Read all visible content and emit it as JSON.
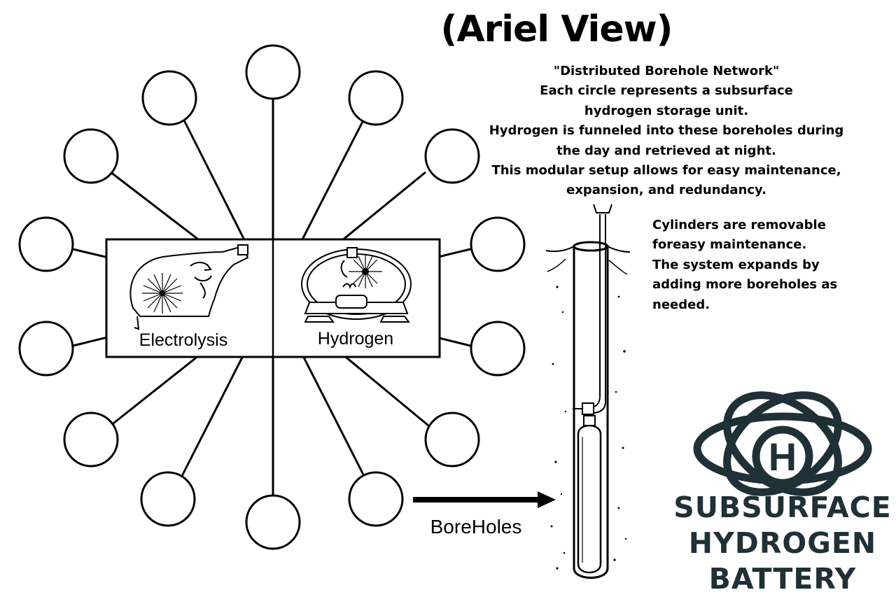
{
  "header": {
    "title": "(Ariel View)"
  },
  "description": {
    "lines": [
      "\"Distributed Borehole Network\"",
      "Each circle represents a subsurface",
      "hydrogen storage unit.",
      "Hydrogen is funneled into these boreholes during",
      "the day and retrieved at night.",
      "This modular setup allows for easy maintenance,",
      "expansion, and redundancy."
    ]
  },
  "cylinder_note": {
    "lines": [
      "Cylinders are removable",
      "foreasy maintenance.",
      "The system expands by",
      "adding more boreholes as",
      "needed."
    ]
  },
  "hub": {
    "left_label": "Electrolysis",
    "right_label": "Hydrogen"
  },
  "arrow": {
    "label": "BoreHoles"
  },
  "logo": {
    "letter": "H",
    "lines": [
      "SUBSURFACE",
      "HYDROGEN",
      "BATTERY"
    ],
    "color": "#1f3036"
  },
  "borehole_count": 14
}
